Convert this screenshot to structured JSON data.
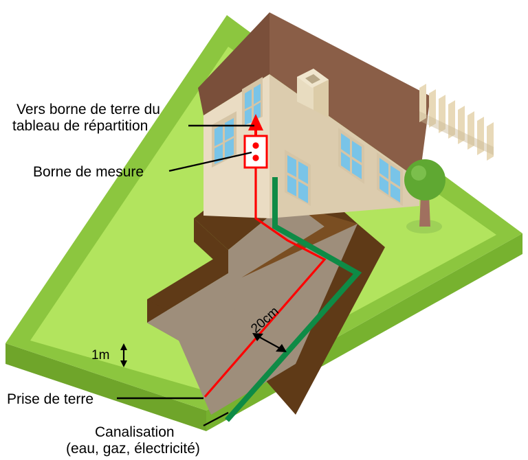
{
  "diagram": {
    "title": "Prise de terre et canalisation en tranchee",
    "labels": {
      "top_line1": "Vers borne de terre du",
      "top_line2": "tableau de répartition",
      "measure_terminal": "Borne de mesure",
      "earth_electrode": "Prise de terre",
      "pipe_line1": "Canalisation",
      "pipe_line2": "(eau, gaz, électricité)"
    },
    "dimensions": {
      "depth": "1m",
      "spacing": "20cm"
    },
    "icons": {
      "arrow_up": "up-arrow-icon",
      "terminal_box": "measure-terminal-icon",
      "house": "house-icon",
      "tree": "tree-icon",
      "fence": "fence-icon",
      "chimney": "chimney-icon"
    },
    "colors": {
      "lawn_top": "#B2E45E",
      "lawn_border": "#8CC63F",
      "lawn_side": "#77B22F",
      "lawn_side_dark": "#6FA52A",
      "trench_wall": "#5F3A17",
      "trench_wall_light": "#7A4E22",
      "trench_floor": "#9E8E7B",
      "trench_floor_dark": "#8C7C69",
      "roof": "#8A5E47",
      "roof_dark": "#7A4F3A",
      "wall_front": "#EADCC3",
      "wall_side": "#DCCCAE",
      "wall_gable": "#E5D7BC",
      "window": "#79C4E8",
      "window_frame": "#D6C5A6",
      "chimney": "#E8DCC0",
      "fence": "#E8D9B8",
      "tree_foliage": "#5FA832",
      "tree_highlight": "#7BBF4C",
      "tree_trunk": "#A0705F",
      "earth_line": "#FF0000",
      "pipe_line": "#0E8B46",
      "text": "#000000"
    }
  }
}
